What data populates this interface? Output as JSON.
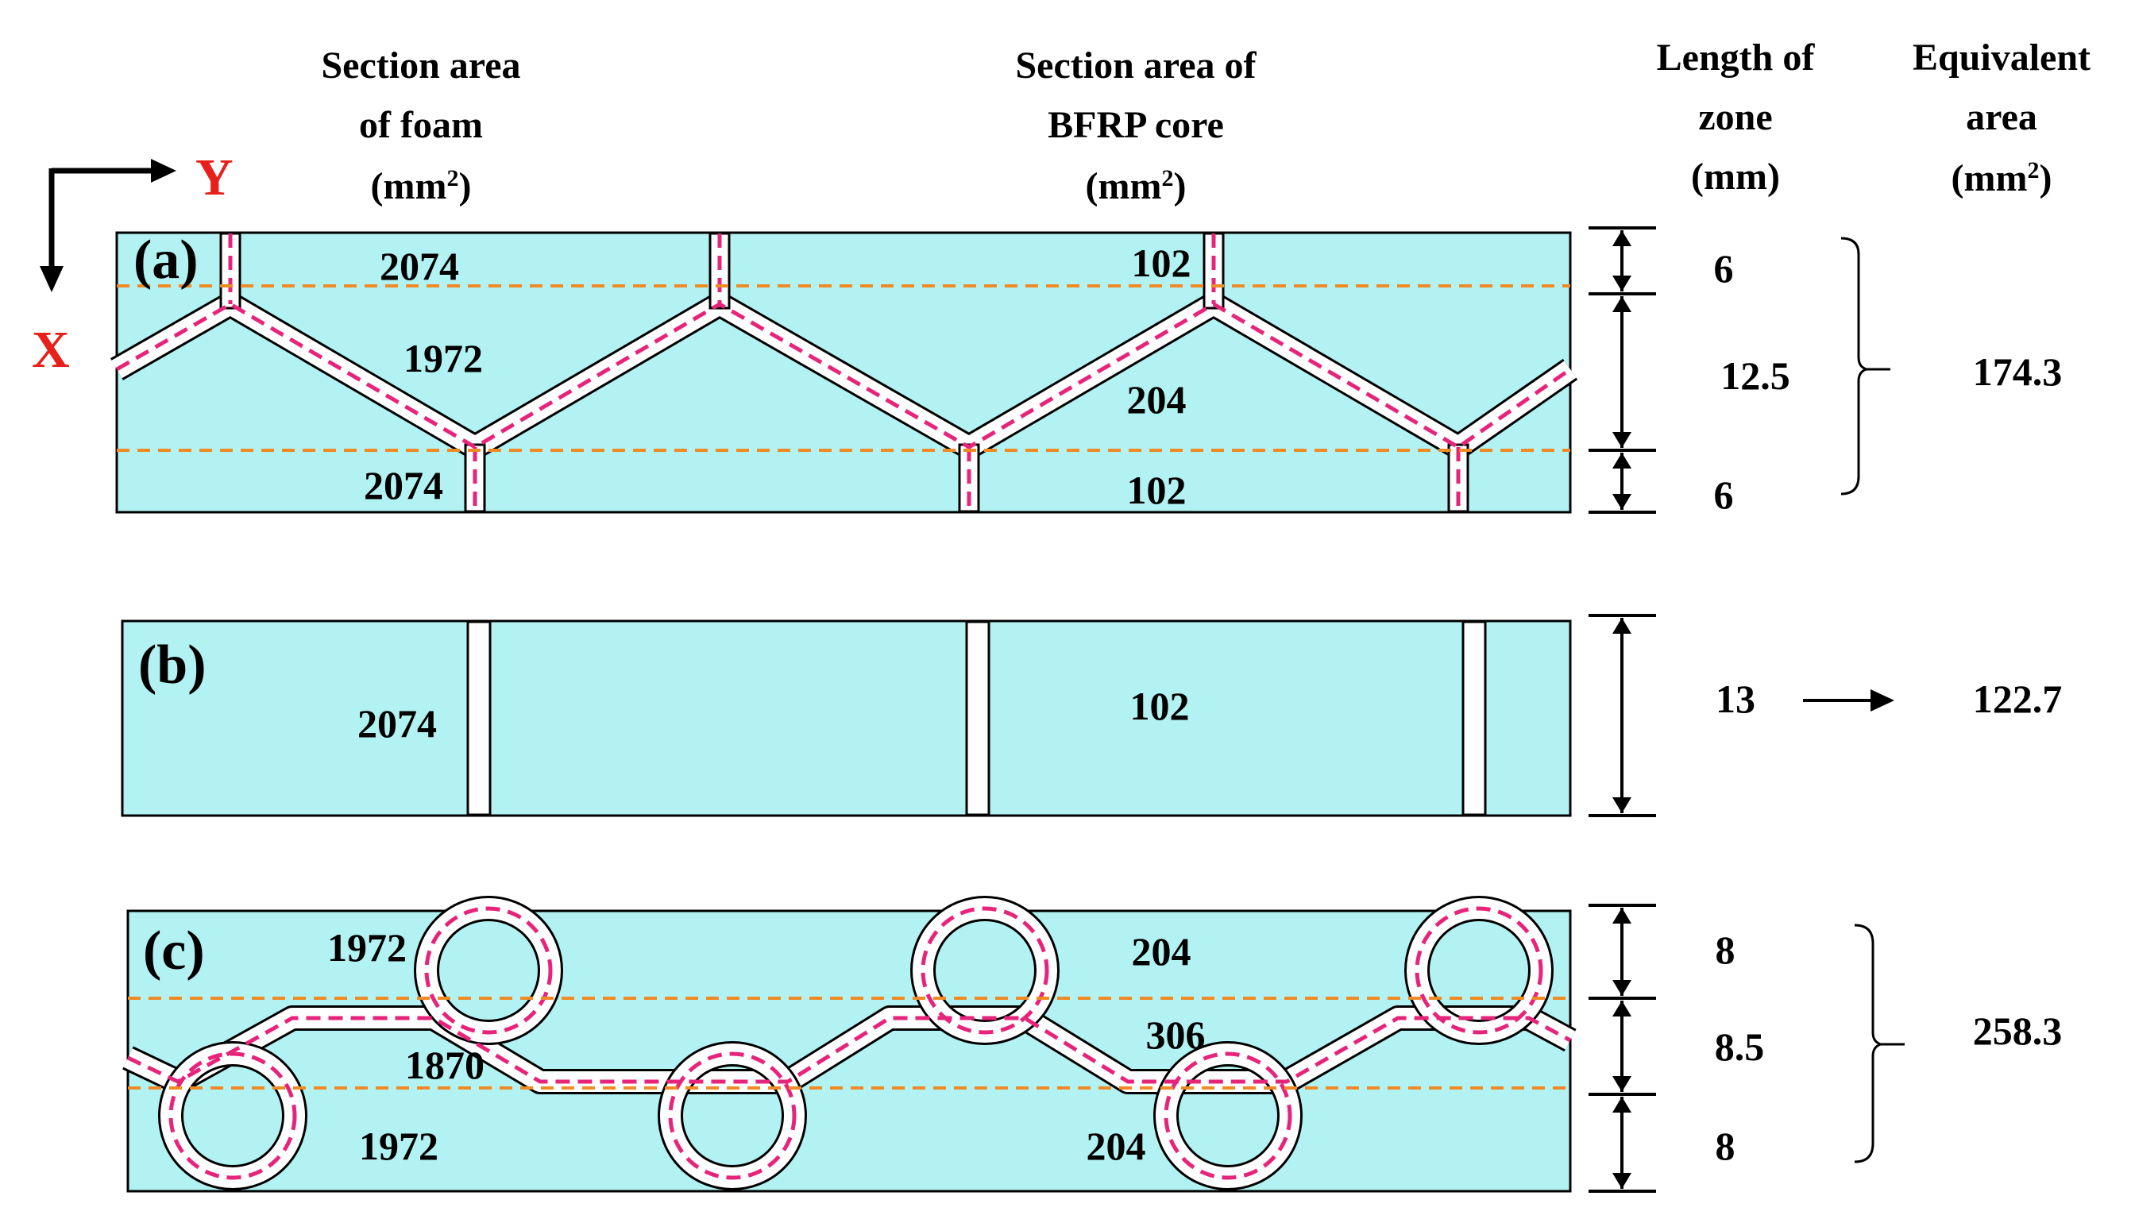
{
  "headers": {
    "foam": [
      "Section area",
      "of foam",
      "(mm",
      "2",
      ")"
    ],
    "core": [
      "Section area of",
      "BFRP core",
      "(mm",
      "2",
      ")"
    ],
    "length": [
      "Length of",
      "zone",
      "(mm)"
    ],
    "equiv": [
      "Equivalent",
      "area",
      "(mm",
      "2",
      ")"
    ]
  },
  "axes": {
    "y": "Y",
    "x": "X"
  },
  "panels": {
    "a": {
      "label": "(a)",
      "values": [
        "2074",
        "102",
        "1972",
        "204",
        "2074",
        "102"
      ],
      "zones": [
        "6",
        "12.5",
        "6"
      ],
      "equivalent": "174.3"
    },
    "b": {
      "label": "(b)",
      "values": [
        "2074",
        "102"
      ],
      "zones": [
        "13"
      ],
      "equivalent": "122.7"
    },
    "c": {
      "label": "(c)",
      "values": [
        "1972",
        "204",
        "306",
        "1870",
        "1972",
        "204"
      ],
      "zones": [
        "8",
        "8.5",
        "8"
      ],
      "equivalent": "258.3"
    }
  },
  "colors": {
    "foam": "#b3f2f2",
    "core": "#ffffff",
    "centerline": "#e6257a",
    "zone_line": "#f08a24",
    "axis_label": "#e8201c"
  }
}
